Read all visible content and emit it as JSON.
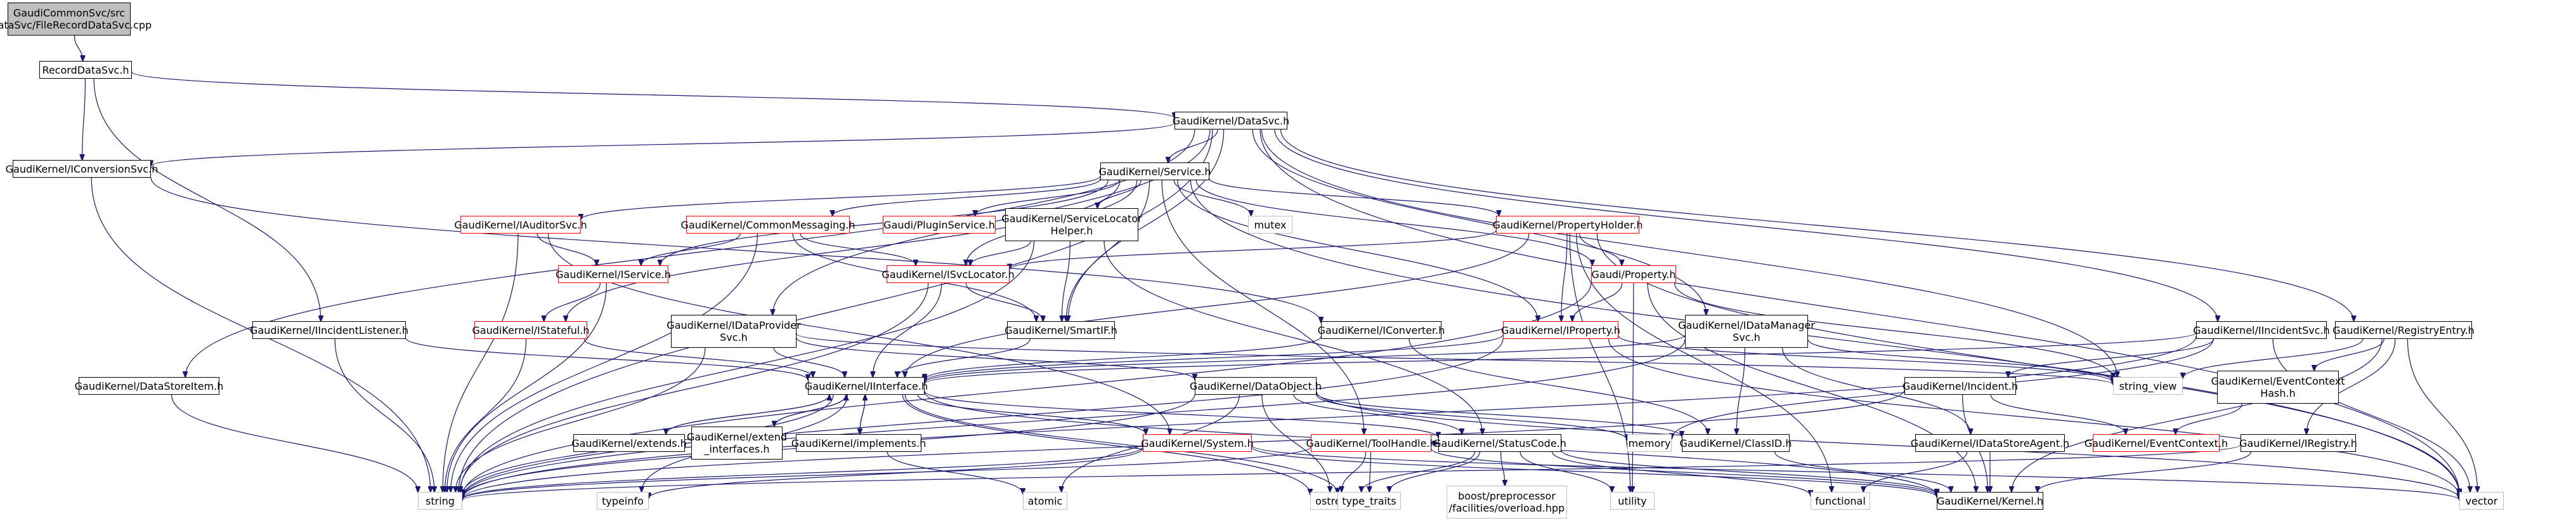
{
  "nodes": [
    {
      "id": "root",
      "label": "GaudiCommonSvc/src\n/DataSvc/FileRecordDataSvc.cpp",
      "style": "root"
    },
    {
      "id": "RecordDataSvc",
      "label": "RecordDataSvc.h",
      "style": "normal"
    },
    {
      "id": "DataSvc",
      "label": "GaudiKernel/DataSvc.h",
      "style": "normal"
    },
    {
      "id": "IConversionSvc",
      "label": "GaudiKernel/IConversionSvc.h",
      "style": "normal"
    },
    {
      "id": "Service",
      "label": "GaudiKernel/Service.h",
      "style": "normal"
    },
    {
      "id": "IAuditorSvc",
      "label": "GaudiKernel/IAuditorSvc.h",
      "style": "red"
    },
    {
      "id": "CommonMessaging",
      "label": "GaudiKernel/CommonMessaging.h",
      "style": "red"
    },
    {
      "id": "IPluginService",
      "label": "Gaudi/PluginService.h",
      "style": "red"
    },
    {
      "id": "ServiceLocatorHelper",
      "label": "GaudiKernel/ServiceLocator\nHelper.h",
      "style": "normal"
    },
    {
      "id": "mutex",
      "label": "mutex",
      "style": "plain"
    },
    {
      "id": "PropertyHolder",
      "label": "GaudiKernel/PropertyHolder.h",
      "style": "red"
    },
    {
      "id": "IService",
      "label": "GaudiKernel/IService.h",
      "style": "red"
    },
    {
      "id": "ISvcLocator",
      "label": "GaudiKernel/ISvcLocator.h",
      "style": "red"
    },
    {
      "id": "Property",
      "label": "Gaudi/Property.h",
      "style": "red"
    },
    {
      "id": "IStateful",
      "label": "GaudiKernel/IStateful.h",
      "style": "red"
    },
    {
      "id": "IIncidentListener",
      "label": "GaudiKernel/IIncidentListener.h",
      "style": "normal"
    },
    {
      "id": "IDataProviderSvc",
      "label": "GaudiKernel/IDataProvider\nSvc.h",
      "style": "normal"
    },
    {
      "id": "SmartIF",
      "label": "GaudiKernel/SmartIF.h",
      "style": "normal"
    },
    {
      "id": "IConverter",
      "label": "GaudiKernel/IConverter.h",
      "style": "normal"
    },
    {
      "id": "IProperty",
      "label": "GaudiKernel/IProperty.h",
      "style": "red"
    },
    {
      "id": "IDataManagerSvc",
      "label": "GaudiKernel/IDataManager\nSvc.h",
      "style": "normal"
    },
    {
      "id": "IIncidentSvc",
      "label": "GaudiKernel/IIncidentSvc.h",
      "style": "normal"
    },
    {
      "id": "RegistryEntry",
      "label": "GaudiKernel/RegistryEntry.h",
      "style": "normal"
    },
    {
      "id": "DataStoreItem",
      "label": "GaudiKernel/DataStoreItem.h",
      "style": "normal"
    },
    {
      "id": "IInterface",
      "label": "GaudiKernel/IInterface.h",
      "style": "normal"
    },
    {
      "id": "DataObject",
      "label": "GaudiKernel/DataObject.h",
      "style": "normal"
    },
    {
      "id": "Incident",
      "label": "GaudiKernel/Incident.h",
      "style": "normal"
    },
    {
      "id": "string_view",
      "label": "string_view",
      "style": "plain"
    },
    {
      "id": "EventContextHash",
      "label": "GaudiKernel/EventContext\nHash.h",
      "style": "normal"
    },
    {
      "id": "memory",
      "label": "memory",
      "style": "plain"
    },
    {
      "id": "extends",
      "label": "GaudiKernel/extends.h",
      "style": "normal"
    },
    {
      "id": "extend_interfaces",
      "label": "GaudiKernel/extend\n_interfaces.h",
      "style": "normal"
    },
    {
      "id": "implements",
      "label": "GaudiKernel/implements.h",
      "style": "normal"
    },
    {
      "id": "System",
      "label": "GaudiKernel/System.h",
      "style": "red"
    },
    {
      "id": "ToolHandle",
      "label": "GaudiKernel/ToolHandle.h",
      "style": "red"
    },
    {
      "id": "StatusCode",
      "label": "GaudiKernel/StatusCode.h",
      "style": "normal"
    },
    {
      "id": "ClassID",
      "label": "GaudiKernel/ClassID.h",
      "style": "normal"
    },
    {
      "id": "IDataStoreAgent",
      "label": "GaudiKernel/IDataStoreAgent.h",
      "style": "normal"
    },
    {
      "id": "EventContext",
      "label": "GaudiKernel/EventContext.h",
      "style": "red"
    },
    {
      "id": "IRegistry",
      "label": "GaudiKernel/IRegistry.h",
      "style": "normal"
    },
    {
      "id": "string",
      "label": "string",
      "style": "plain"
    },
    {
      "id": "typeinfo",
      "label": "typeinfo",
      "style": "plain"
    },
    {
      "id": "atomic",
      "label": "atomic",
      "style": "plain"
    },
    {
      "id": "ostream",
      "label": "ostream",
      "style": "plain"
    },
    {
      "id": "type_traits",
      "label": "type_traits",
      "style": "plain"
    },
    {
      "id": "boost_overload",
      "label": "boost/preprocessor\n/facilities/overload.hpp",
      "style": "plain"
    },
    {
      "id": "utility",
      "label": "utility",
      "style": "plain"
    },
    {
      "id": "functional",
      "label": "functional",
      "style": "plain"
    },
    {
      "id": "Kernel",
      "label": "GaudiKernel/Kernel.h",
      "style": "normal"
    },
    {
      "id": "vector",
      "label": "vector",
      "style": "plain"
    }
  ],
  "edges": [
    [
      "root",
      "RecordDataSvc"
    ],
    [
      "RecordDataSvc",
      "DataSvc"
    ],
    [
      "RecordDataSvc",
      "IConversionSvc"
    ],
    [
      "RecordDataSvc",
      "IIncidentListener"
    ],
    [
      "DataSvc",
      "IConversionSvc"
    ],
    [
      "DataSvc",
      "Service"
    ],
    [
      "DataSvc",
      "IDataProviderSvc"
    ],
    [
      "DataSvc",
      "SmartIF"
    ],
    [
      "DataSvc",
      "DataStoreItem"
    ],
    [
      "DataSvc",
      "IDataManagerSvc"
    ],
    [
      "DataSvc",
      "IIncidentSvc"
    ],
    [
      "DataSvc",
      "RegistryEntry"
    ],
    [
      "DataSvc",
      "string"
    ],
    [
      "DataSvc",
      "string_view"
    ],
    [
      "DataSvc",
      "vector"
    ],
    [
      "IConversionSvc",
      "IConverter"
    ],
    [
      "IConversionSvc",
      "string"
    ],
    [
      "Service",
      "IAuditorSvc"
    ],
    [
      "Service",
      "CommonMessaging"
    ],
    [
      "Service",
      "IPluginService"
    ],
    [
      "Service",
      "ServiceLocatorHelper"
    ],
    [
      "Service",
      "mutex"
    ],
    [
      "Service",
      "PropertyHolder"
    ],
    [
      "Service",
      "IService"
    ],
    [
      "Service",
      "ISvcLocator"
    ],
    [
      "Service",
      "Property"
    ],
    [
      "Service",
      "IStateful"
    ],
    [
      "Service",
      "SmartIF"
    ],
    [
      "Service",
      "IProperty"
    ],
    [
      "Service",
      "ToolHandle"
    ],
    [
      "Service",
      "vector"
    ],
    [
      "IAuditorSvc",
      "IService"
    ],
    [
      "IAuditorSvc",
      "System"
    ],
    [
      "IAuditorSvc",
      "string"
    ],
    [
      "CommonMessaging",
      "IService"
    ],
    [
      "CommonMessaging",
      "ISvcLocator"
    ],
    [
      "CommonMessaging",
      "SmartIF"
    ],
    [
      "CommonMessaging",
      "string"
    ],
    [
      "ServiceLocatorHelper",
      "ISvcLocator"
    ],
    [
      "ServiceLocatorHelper",
      "SmartIF"
    ],
    [
      "ServiceLocatorHelper",
      "string"
    ],
    [
      "ServiceLocatorHelper",
      "StatusCode"
    ],
    [
      "PropertyHolder",
      "ISvcLocator"
    ],
    [
      "PropertyHolder",
      "Property"
    ],
    [
      "PropertyHolder",
      "IProperty"
    ],
    [
      "PropertyHolder",
      "IInterface"
    ],
    [
      "PropertyHolder",
      "functional"
    ],
    [
      "PropertyHolder",
      "utility"
    ],
    [
      "PropertyHolder",
      "vector"
    ],
    [
      "IService",
      "IStateful"
    ],
    [
      "IService",
      "string"
    ],
    [
      "ISvcLocator",
      "SmartIF"
    ],
    [
      "ISvcLocator",
      "IInterface"
    ],
    [
      "ISvcLocator",
      "string"
    ],
    [
      "Property",
      "IProperty"
    ],
    [
      "Property",
      "string"
    ],
    [
      "Property",
      "string_view"
    ],
    [
      "Property",
      "utility"
    ],
    [
      "Property",
      "Kernel"
    ],
    [
      "IStateful",
      "IInterface"
    ],
    [
      "IStateful",
      "string"
    ],
    [
      "IIncidentListener",
      "IInterface"
    ],
    [
      "IIncidentListener",
      "string"
    ],
    [
      "IDataProviderSvc",
      "IInterface"
    ],
    [
      "IDataProviderSvc",
      "DataObject"
    ],
    [
      "IDataProviderSvc",
      "string"
    ],
    [
      "IDataProviderSvc",
      "string_view"
    ],
    [
      "SmartIF",
      "IInterface"
    ],
    [
      "IConverter",
      "IInterface"
    ],
    [
      "IConverter",
      "ClassID"
    ],
    [
      "IProperty",
      "IInterface"
    ],
    [
      "IProperty",
      "string"
    ],
    [
      "IProperty",
      "string_view"
    ],
    [
      "IProperty",
      "vector"
    ],
    [
      "IDataManagerSvc",
      "IInterface"
    ],
    [
      "IDataManagerSvc",
      "ClassID"
    ],
    [
      "IDataManagerSvc",
      "IDataStoreAgent"
    ],
    [
      "IDataManagerSvc",
      "string"
    ],
    [
      "IDataManagerSvc",
      "string_view"
    ],
    [
      "IIncidentSvc",
      "IInterface"
    ],
    [
      "IIncidentSvc",
      "Incident"
    ],
    [
      "IIncidentSvc",
      "string"
    ],
    [
      "IIncidentSvc",
      "vector"
    ],
    [
      "IIncidentSvc",
      "memory"
    ],
    [
      "RegistryEntry",
      "IRegistry"
    ],
    [
      "RegistryEntry",
      "EventContextHash"
    ],
    [
      "RegistryEntry",
      "string_view"
    ],
    [
      "RegistryEntry",
      "Kernel"
    ],
    [
      "RegistryEntry",
      "vector"
    ],
    [
      "DataStoreItem",
      "string"
    ],
    [
      "IInterface",
      "extends"
    ],
    [
      "IInterface",
      "extend_interfaces"
    ],
    [
      "IInterface",
      "implements"
    ],
    [
      "IInterface",
      "System"
    ],
    [
      "IInterface",
      "StatusCode"
    ],
    [
      "IInterface",
      "Kernel"
    ],
    [
      "IInterface",
      "ostream"
    ],
    [
      "IInterface",
      "typeinfo"
    ],
    [
      "IInterface",
      "type_traits"
    ],
    [
      "IInterface",
      "string"
    ],
    [
      "extends",
      "IInterface"
    ],
    [
      "extend_interfaces",
      "IInterface"
    ],
    [
      "implements",
      "IInterface"
    ],
    [
      "implements",
      "atomic"
    ],
    [
      "System",
      "Kernel"
    ],
    [
      "System",
      "string"
    ],
    [
      "System",
      "typeinfo"
    ],
    [
      "System",
      "vector"
    ],
    [
      "ToolHandle",
      "StatusCode"
    ],
    [
      "ToolHandle",
      "Kernel"
    ],
    [
      "ToolHandle",
      "string"
    ],
    [
      "ToolHandle",
      "ostream"
    ],
    [
      "ToolHandle",
      "type_traits"
    ],
    [
      "DataObject",
      "ClassID"
    ],
    [
      "DataObject",
      "StatusCode"
    ],
    [
      "DataObject",
      "atomic"
    ],
    [
      "DataObject",
      "ostream"
    ],
    [
      "DataObject",
      "memory"
    ],
    [
      "DataObject",
      "string"
    ],
    [
      "DataObject",
      "vector"
    ],
    [
      "Incident",
      "EventContext"
    ],
    [
      "Incident",
      "string"
    ],
    [
      "Incident",
      "Kernel"
    ],
    [
      "StatusCode",
      "boost_overload"
    ],
    [
      "StatusCode",
      "ostream"
    ],
    [
      "StatusCode",
      "type_traits"
    ],
    [
      "StatusCode",
      "utility"
    ],
    [
      "StatusCode",
      "functional"
    ],
    [
      "StatusCode",
      "Kernel"
    ],
    [
      "ClassID",
      "Kernel"
    ],
    [
      "IDataStoreAgent",
      "Kernel"
    ],
    [
      "IDataStoreAgent",
      "functional"
    ],
    [
      "EventContextHash",
      "EventContext"
    ],
    [
      "IRegistry",
      "Kernel"
    ],
    [
      "IRegistry",
      "string"
    ]
  ]
}
